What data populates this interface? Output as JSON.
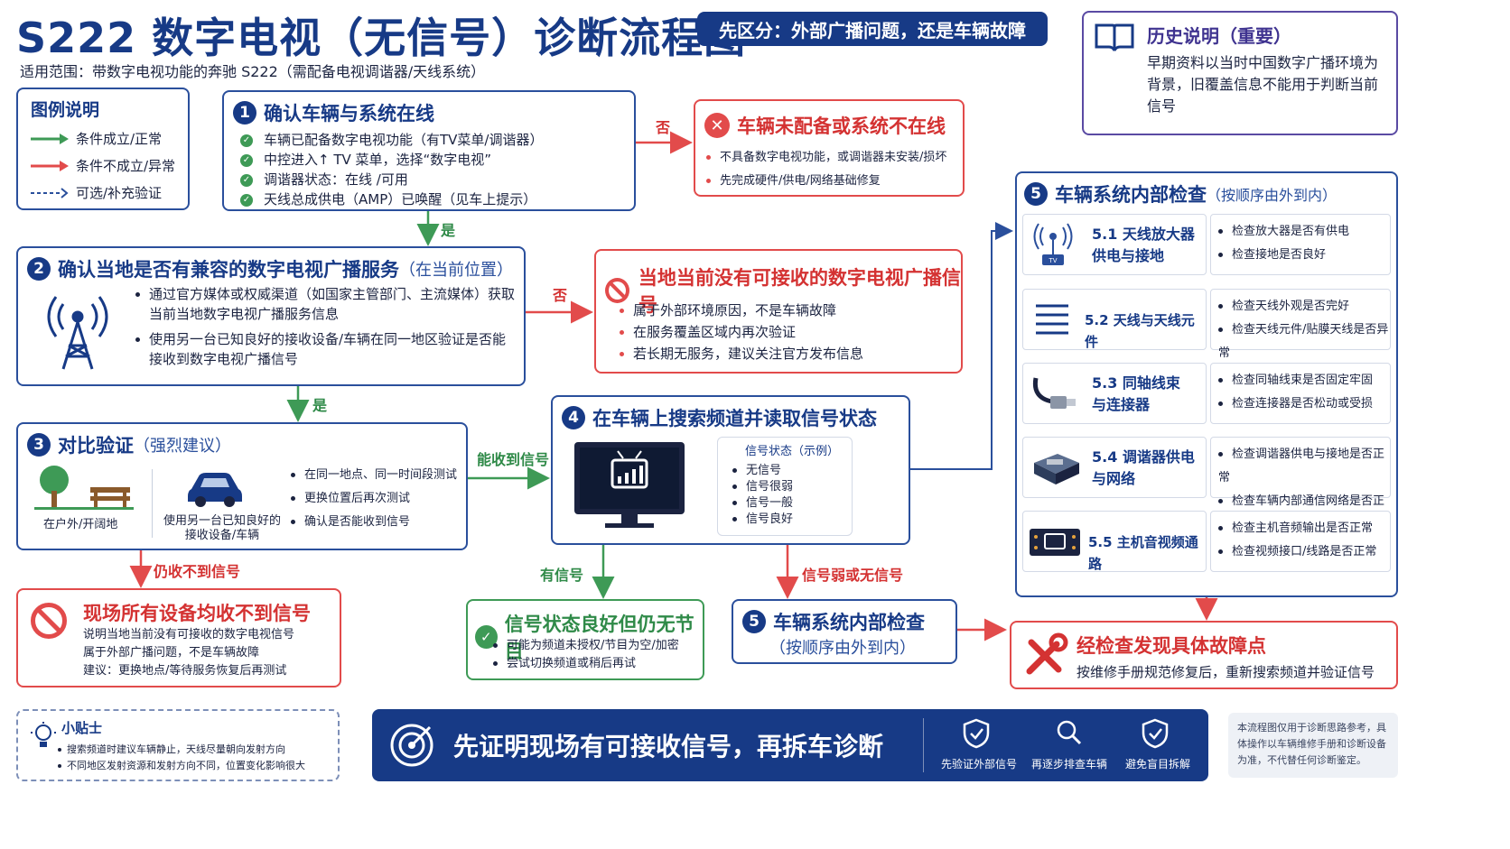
{
  "header": {
    "title": "S222 数字电视（无信号）诊断流程图",
    "scope": "适用范围：带数字电视功能的奔驰 S222（需配备电视调谐器/天线系统）",
    "banner": "先区分：外部广播问题，还是车辆故障"
  },
  "history": {
    "title": "历史说明（重要）",
    "text": "早期资料以当时中国数字广播环境为背景，旧覆盖信息不能用于判断当前信号"
  },
  "legend": {
    "title": "图例说明",
    "items": [
      "条件成立/正常",
      "条件不成立/异常",
      "可选/补充验证"
    ]
  },
  "step1": {
    "num": "1",
    "title": "确认车辆与系统在线",
    "items": [
      "车辆已配备数字电视功能（有TV菜单/调谐器）",
      "中控进入↑ TV 菜单，选择“数字电视”",
      "调谐器状态：在线 /可用",
      "天线总成供电（AMP）已唤醒（见车上提示）"
    ]
  },
  "fail1": {
    "title": "车辆未配备或系统不在线",
    "items": [
      "不具备数字电视功能，或调谐器未安装/损坏",
      "先完成硬件/供电/网络基础修复"
    ]
  },
  "step2": {
    "num": "2",
    "title": "确认当地是否有兼容的数字电视广播服务",
    "sub": "（在当前位置）",
    "items": [
      "通过官方媒体或权威渠道（如国家主管部门、主流媒体）获取当前当地数字电视广播服务信息",
      "使用另一台已知良好的接收设备/车辆在同一地区验证是否能接收到数字电视广播信号"
    ]
  },
  "fail2": {
    "title": "当地当前没有可接收的数字电视广播信号",
    "items": [
      "属于外部环境原因，不是车辆故障",
      "在服务覆盖区域内再次验证",
      "若长期无服务，建议关注官方发布信息"
    ]
  },
  "step3": {
    "num": "3",
    "title": "对比验证",
    "sub": "（强烈建议）",
    "icon1": "在户外/开阔地",
    "icon2": "使用另一台已知良好的接收设备/车辆",
    "items": [
      "在同一地点、同一时间段测试",
      "更换位置后再次测试",
      "确认是否能收到信号"
    ]
  },
  "step4": {
    "num": "4",
    "title": "在车辆上搜索频道并读取信号状态",
    "panel_title": "信号状态（示例）",
    "items": [
      "无信号",
      "信号很弱",
      "信号一般",
      "信号良好"
    ]
  },
  "fail3": {
    "title": "现场所有设备均收不到信号",
    "items": [
      "说明当地当前没有可接收的数字电视信号",
      "属于外部广播问题，不是车辆故障",
      "建议：更换地点/等待服务恢复后再测试"
    ]
  },
  "ok4": {
    "title": "信号状态良好但仍无节目",
    "items": [
      "可能为频道未授权/节目为空/加密",
      "尝试切换频道或稍后再试"
    ]
  },
  "step5b": {
    "num": "5",
    "title": "车辆系统内部检查",
    "sub": "（按顺序由外到内）"
  },
  "step5": {
    "num": "5",
    "title": "车辆系统内部检查",
    "sub": "（按顺序由外到内）",
    "parts": [
      {
        "title": "5.1 天线放大器供电与接地",
        "checks": [
          "检查放大器是否有供电",
          "检查接地是否良好"
        ]
      },
      {
        "title": "5.2 天线与天线元件",
        "checks": [
          "检查天线外观是否完好",
          "检查天线元件/贴膜天线是否异常"
        ]
      },
      {
        "title": "5.3 同轴线束与连接器",
        "checks": [
          "检查同轴线束是否固定牢固",
          "检查连接器是否松动或受损"
        ]
      },
      {
        "title": "5.4 调谐器供电与网络",
        "checks": [
          "检查调谐器供电与接地是否正常",
          "检查车辆内部通信网络是否正常"
        ]
      },
      {
        "title": "5.5 主机音视频通路",
        "checks": [
          "检查主机音频输出是否正常",
          "检查视频接口/线路是否正常"
        ]
      }
    ]
  },
  "fix": {
    "title": "经检查发现具体故障点",
    "text": "按维修手册规范修复后，重新搜索频道并验证信号"
  },
  "arrows": {
    "no": "否",
    "yes": "是",
    "received": "能收到信号",
    "still_none": "仍收不到信号",
    "has_signal": "有信号",
    "weak": "信号弱或无信号"
  },
  "tips": {
    "title": "小贴士",
    "items": [
      "搜索频道时建议车辆静止，天线尽量朝向发射方向",
      "不同地区发射资源和发射方向不同，位置变化影响很大"
    ]
  },
  "footer": {
    "main": "先证明现场有可接收信号，再拆车诊断",
    "b1": "先验证外部信号",
    "b2": "再逐步排查车辆",
    "b3": "避免盲目拆解"
  },
  "disclaimer": "本流程图仅用于诊断思路参考，具体操作以车辆维修手册和诊断设备为准，不代替任何诊断鉴定。",
  "colors": {
    "navy": "#173a86",
    "red": "#e24b4b",
    "green": "#3e9a56"
  }
}
